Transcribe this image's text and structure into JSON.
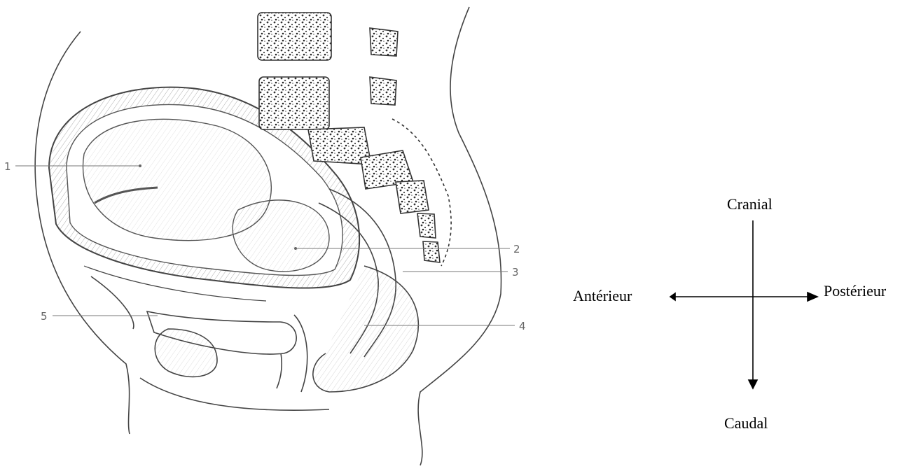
{
  "callouts": [
    {
      "id": "1",
      "label": "1"
    },
    {
      "id": "2",
      "label": "2"
    },
    {
      "id": "3",
      "label": "3"
    },
    {
      "id": "4",
      "label": "4"
    },
    {
      "id": "5",
      "label": "5"
    }
  ],
  "orientation": {
    "cranial": "Cranial",
    "caudal": "Caudal",
    "anterior": "Antérieur",
    "posterior": "Postérieur"
  },
  "colors": {
    "ink": "#333333",
    "callout_line": "#777777",
    "background": "#ffffff"
  }
}
